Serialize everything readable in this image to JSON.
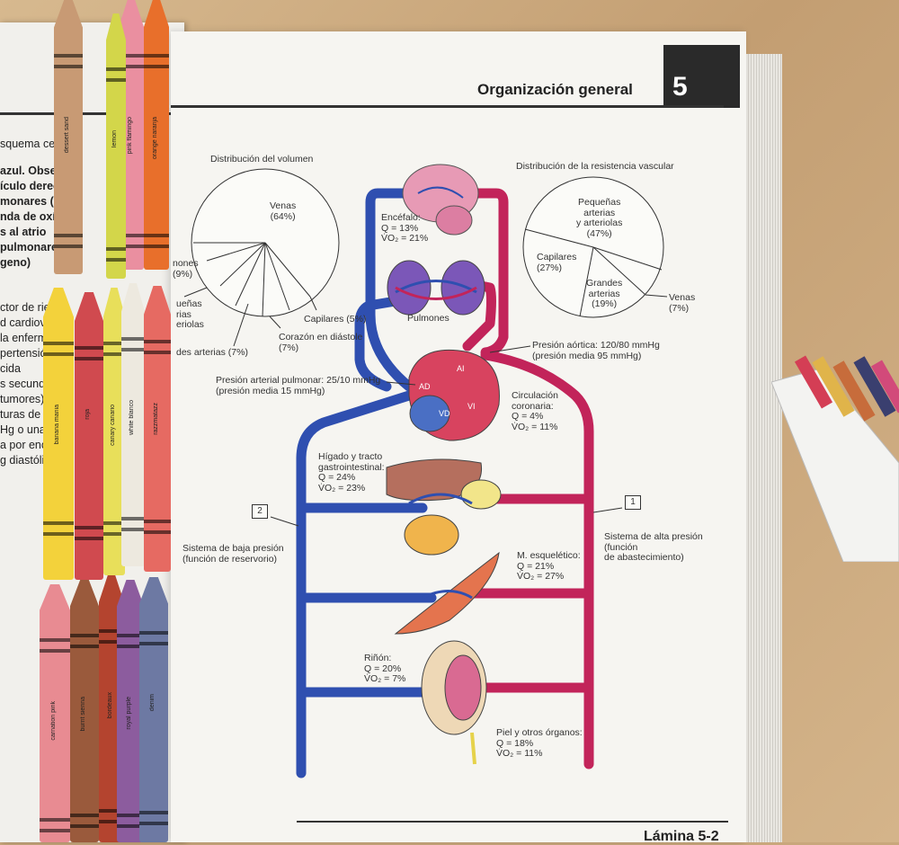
{
  "header": {
    "title": "Organización general",
    "chapter": "5",
    "footer": "Lámina 5-2"
  },
  "left_page": {
    "lines": [
      "squema cer",
      "azul. Obser",
      "ículo derec",
      "monares (a",
      "nda de oxíg",
      "s al atrio",
      "pulmonares",
      "geno)",
      "ctor de riesg",
      "d cardiovas",
      "la enfermed",
      "pertensión",
      "cida",
      "s secundar",
      "tumores).",
      "turas de la",
      "Hg o una p",
      "a por encim",
      "g diastólica"
    ]
  },
  "pie_volume": {
    "title": "Distribución del volumen",
    "venas": "Venas\n(64%)",
    "nones": "nones\n(9%)",
    "pequenas": "ueñas\nrias\neriolas",
    "grandes": "des arterias (7%)",
    "corazon": "Corazón en diástole\n(7%)",
    "capilares": "Capilares (5%)"
  },
  "pie_resistance": {
    "title": "Distribución de la resistencia vascular",
    "pequenas": "Pequeñas\narterias\ny arteriolas\n(47%)",
    "capilares": "Capilares\n(27%)",
    "grandes": "Grandes\narterias\n(19%)",
    "venas": "Venas\n(7%)"
  },
  "labels": {
    "encefalo": "Encéfalo:\nQ = 13%\nV̇O₂ = 21%",
    "pulmones": "Pulmones",
    "presion_aortica": "Presión aórtica: 120/80 mmHg\n(presión media 95 mmHg)",
    "presion_pulmonar": "Presión arterial pulmonar: 25/10 mmHg\n(presión media 15 mmHg)",
    "coronaria": "Circulación\ncoronaria:\nQ = 4%\nV̇O₂ = 11%",
    "higado": "Hígado y tracto\ngastrointestinal:\nQ = 24%\nV̇O₂ = 23%",
    "baja_presion": "Sistema de baja presión\n(función de reservorio)",
    "alta_presion": "Sistema de alta presión\n(función\nde abastecimiento)",
    "musculo": "M. esquelético:\nQ = 21%\nV̇O₂ = 27%",
    "rinon": "Riñón:\nQ = 20%\nV̇O₂ = 7%",
    "piel": "Piel y otros órganos:\nQ = 18%\nV̇O₂ = 11%",
    "box1": "1",
    "box2": "2",
    "ad": "AD",
    "ai": "AI",
    "vd": "VD",
    "vi": "VI"
  },
  "crayons_left": [
    {
      "label": "orange\nnaranja",
      "color": "#e86f2b"
    },
    {
      "label": "pink flamingo",
      "color": "#ea8fa0"
    },
    {
      "label": "lemon",
      "color": "#d3d64a"
    },
    {
      "label": "dessert sand",
      "color": "#c89a74"
    },
    {
      "label": "banana mania",
      "color": "#f3d23b"
    },
    {
      "label": "roja",
      "color": "#d04a4f"
    },
    {
      "label": "canary\ncanario",
      "color": "#e8df5a"
    },
    {
      "label": "white\nblanco",
      "color": "#ede9df"
    },
    {
      "label": "razzmatazz",
      "color": "#e66a62"
    },
    {
      "label": "carnation pink",
      "color": "#e88b92"
    },
    {
      "label": "burnt sienna",
      "color": "#9a5a3c"
    },
    {
      "label": "bordeaux",
      "color": "#b4442f"
    },
    {
      "label": "royal purple",
      "color": "#8c5c9e"
    },
    {
      "label": "denim",
      "color": "#6d79a3"
    }
  ],
  "colors": {
    "vein_blue": "#2f4fb0",
    "artery_red": "#c2245a",
    "page": "#f6f5f1",
    "desk": "#c9a77c"
  }
}
